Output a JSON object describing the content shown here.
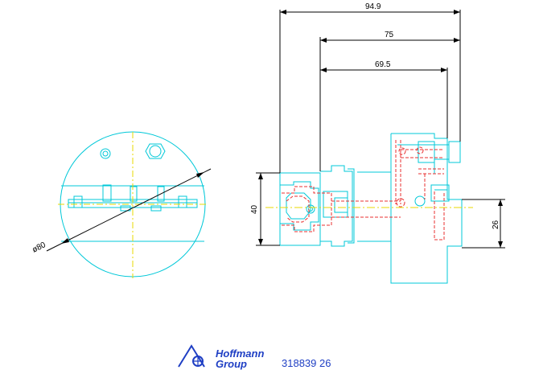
{
  "dimensions": {
    "overall_length": "94.9",
    "length_75": "75",
    "length_69_5": "69.5",
    "shank_diameter": "40",
    "height_26": "26",
    "outer_diameter": "ø80"
  },
  "footer": {
    "logo_line1": "Hoffmann",
    "logo_line2": "Group",
    "part_number": "318839 26"
  },
  "colors": {
    "outline": "#00c8d8",
    "hidden": "#e83030",
    "centerline": "#e8d800",
    "dimension": "#000000",
    "brand": "#1f3fc4"
  }
}
